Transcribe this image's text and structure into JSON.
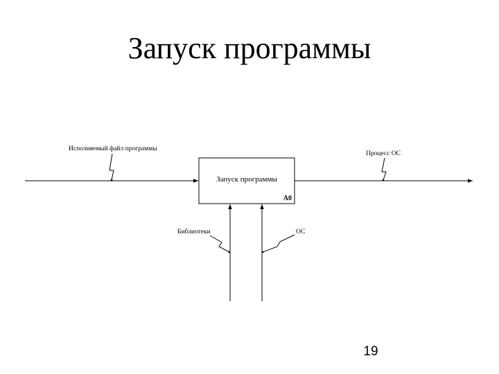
{
  "slide": {
    "title": "Запуск программы",
    "number": "19"
  },
  "diagram": {
    "activity": {
      "name": "Запуск программы",
      "node": "A0"
    },
    "input": {
      "label": "Исполняемый файл программы"
    },
    "output": {
      "label": "Процесс ОС"
    },
    "mechanisms": [
      {
        "label": "Библиотеки"
      },
      {
        "label": "ОС"
      }
    ],
    "colors": {
      "stroke": "#000000",
      "background": "#ffffff"
    }
  }
}
